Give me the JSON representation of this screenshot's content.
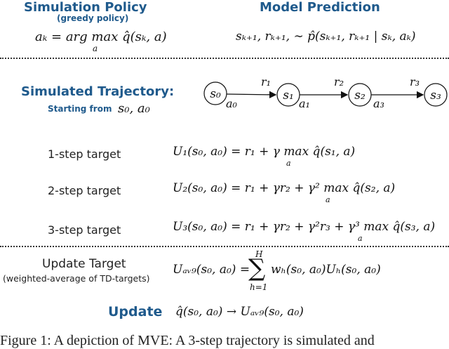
{
  "header": {
    "left_title": "Simulation Policy",
    "left_subtitle": "(greedy policy)",
    "left_formula": "aₖ = arg max q̂(sₖ, a)",
    "left_formula_sub": "a",
    "right_title": "Model Prediction",
    "right_formula": "sₖ₊₁, rₖ₊₁, ∼ p̂(sₖ₊₁, rₖ₊₁ | sₖ, aₖ)"
  },
  "trajectory": {
    "title": "Simulated Trajectory:",
    "start_label": "Starting from",
    "start_formula": "s₀, a₀",
    "states": [
      "s₀",
      "s₁",
      "s₂",
      "s₃"
    ],
    "actions": [
      "a₀",
      "a₁",
      "a₃"
    ],
    "rewards": [
      "r₁",
      "r₂",
      "r₃"
    ]
  },
  "targets": [
    {
      "label": "1-step target",
      "formula": "U₁(s₀, a₀) = r₁ + γ max q̂(s₁, a)",
      "sub": "a"
    },
    {
      "label": "2-step target",
      "formula": "U₂(s₀, a₀) = r₁ + γr₂ + γ² max q̂(s₂, a)",
      "sub": "a"
    },
    {
      "label": "3-step target",
      "formula": "U₃(s₀, a₀) = r₁ + γr₂ + γ²r₃ + γ³ max q̂(s₃, a)",
      "sub": "a"
    }
  ],
  "update_target": {
    "label": "Update Target",
    "sublabel": "(weighted-average of TD-targets)",
    "lhs": "Uₐᵥ₉(s₀, a₀) =",
    "sum_top": "H",
    "sum_symbol": "∑",
    "sum_bottom": "h=1",
    "rhs": "wₕ(s₀, a₀)Uₕ(s₀, a₀)"
  },
  "update": {
    "label": "Update",
    "formula": "q̂(s₀, a₀) → Uₐᵥ₉(s₀, a₀)"
  },
  "caption": "Figure 1: A depiction of MVE: A 3-step trajectory is simulated and"
}
